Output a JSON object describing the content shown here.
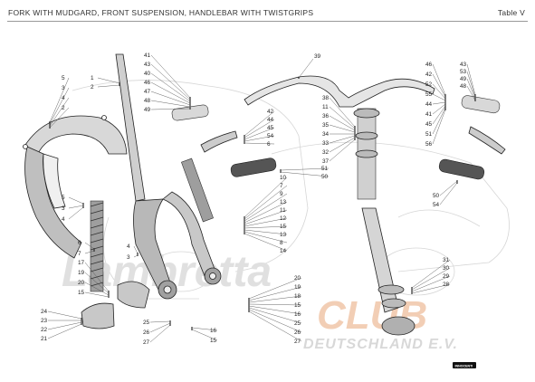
{
  "header": {
    "title": "FORK WITH MUDGARD, FRONT SUSPENSION, HANDLEBAR WITH TWISTGRIPS",
    "table_label": "Table V"
  },
  "watermark": {
    "club": "CLUB",
    "sub": "DEUTSCHLAND E.V."
  },
  "badge": {
    "text": "INNOCENTI"
  },
  "callouts": {
    "left_mudguard_group": [
      "5",
      "3",
      "4",
      "2"
    ],
    "left_mudguard_lower": [
      "5",
      "3",
      "4"
    ],
    "left_bottom_group_a": [
      "17",
      "19",
      "20",
      "15"
    ],
    "left_bottom_group_b": [
      "24",
      "23",
      "22",
      "21"
    ],
    "left_spring_labels": [
      "6",
      "7"
    ],
    "left_mid_labels": [
      "4",
      "3"
    ],
    "stem_labels": [
      "1",
      "2"
    ],
    "upper_twistgrip_left": [
      "41",
      "43",
      "40",
      "46",
      "47",
      "48",
      "49"
    ],
    "mid_labels": [
      "42",
      "44",
      "45",
      "54",
      "6"
    ],
    "fork_labels": [
      "10",
      "7",
      "9",
      "13",
      "11",
      "12",
      "15",
      "13",
      "8",
      "14"
    ],
    "fork_lower_left": [
      "25",
      "26",
      "27"
    ],
    "fork_lower_mid": [
      "16",
      "15"
    ],
    "fork_lower_right": [
      "20",
      "19",
      "18",
      "15",
      "16",
      "25",
      "26",
      "27"
    ],
    "handlebar_top": "39",
    "handlebar_center": [
      "38",
      "11",
      "36",
      "35",
      "34",
      "33",
      "32",
      "37"
    ],
    "grip_labels": [
      "51",
      "50"
    ],
    "right_grip_labels": [
      "46",
      "42",
      "52",
      "55",
      "44",
      "41",
      "45",
      "51",
      "56"
    ],
    "right_top": [
      "43",
      "53",
      "49",
      "48"
    ],
    "right_lower": [
      "50",
      "54"
    ],
    "bottom_right": [
      "31",
      "30",
      "29",
      "28"
    ]
  }
}
